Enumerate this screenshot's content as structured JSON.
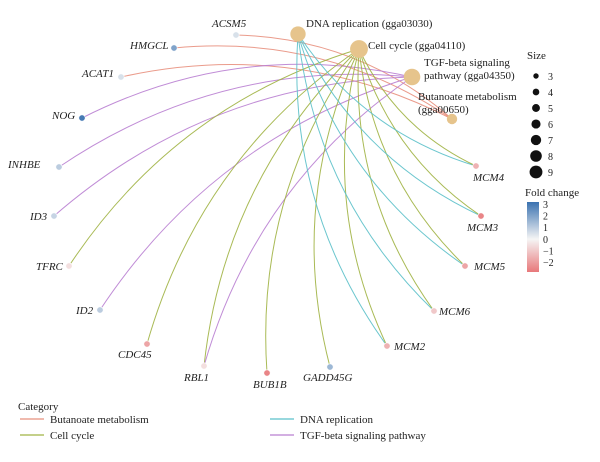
{
  "pathways": [
    {
      "id": "dna",
      "label_lines": [
        "DNA replication (gga03030)"
      ],
      "size": 7,
      "color": "#e6c48c"
    },
    {
      "id": "cc",
      "label_lines": [
        "Cell cycle (gga04110)"
      ],
      "size": 9,
      "color": "#e6c48c"
    },
    {
      "id": "tgf",
      "label_lines": [
        "TGF-beta signaling",
        "pathway (gga04350)"
      ],
      "size": 8,
      "color": "#e6c48c"
    },
    {
      "id": "but",
      "label_lines": [
        "Butanoate metabolism",
        "(gga00650)"
      ],
      "size": 3,
      "color": "#e6c48c"
    }
  ],
  "genes": [
    {
      "name": "ACSM5",
      "fold_change": 0.5,
      "pathways": [
        "but"
      ]
    },
    {
      "name": "HMGCL",
      "fold_change": 2.0,
      "pathways": [
        "but"
      ]
    },
    {
      "name": "ACAT1",
      "fold_change": 0.5,
      "pathways": [
        "but"
      ]
    },
    {
      "name": "NOG",
      "fold_change": 3.0,
      "pathways": [
        "tgf"
      ]
    },
    {
      "name": "INHBE",
      "fold_change": 1.0,
      "pathways": [
        "tgf"
      ]
    },
    {
      "name": "ID3",
      "fold_change": 0.8,
      "pathways": [
        "tgf"
      ]
    },
    {
      "name": "TFRC",
      "fold_change": -0.5,
      "pathways": [
        "cc"
      ]
    },
    {
      "name": "ID2",
      "fold_change": 1.0,
      "pathways": [
        "tgf"
      ]
    },
    {
      "name": "CDC45",
      "fold_change": -1.8,
      "pathways": [
        "cc"
      ]
    },
    {
      "name": "RBL1",
      "fold_change": -0.5,
      "pathways": [
        "cc",
        "tgf"
      ]
    },
    {
      "name": "BUB1B",
      "fold_change": -2.5,
      "pathways": [
        "cc"
      ]
    },
    {
      "name": "GADD45G",
      "fold_change": 1.5,
      "pathways": [
        "cc"
      ]
    },
    {
      "name": "MCM2",
      "fold_change": -1.5,
      "pathways": [
        "dna",
        "cc"
      ]
    },
    {
      "name": "MCM6",
      "fold_change": -1.0,
      "pathways": [
        "dna",
        "cc"
      ]
    },
    {
      "name": "MCM5",
      "fold_change": -1.8,
      "pathways": [
        "dna",
        "cc"
      ]
    },
    {
      "name": "MCM3",
      "fold_change": -2.5,
      "pathways": [
        "dna",
        "cc"
      ]
    },
    {
      "name": "MCM4",
      "fold_change": -1.5,
      "pathways": [
        "dna",
        "cc"
      ]
    }
  ],
  "category_legend": {
    "title": "Category",
    "items": [
      {
        "id": "but",
        "label": "Butanoate metabolism",
        "color": "#e8907e"
      },
      {
        "id": "cc",
        "label": "Cell cycle",
        "color": "#a0b343"
      },
      {
        "id": "dna",
        "label": "DNA replication",
        "color": "#5bc0c9"
      },
      {
        "id": "tgf",
        "label": "TGF-beta signaling pathway",
        "color": "#b97fd1"
      }
    ]
  },
  "size_legend": {
    "title": "Size",
    "values": [
      3,
      4,
      5,
      6,
      7,
      8,
      9
    ]
  },
  "fold_legend": {
    "title": "Fold change",
    "ticks": [
      "3",
      "2",
      "1",
      "0",
      "−1",
      "−2"
    ],
    "range": [
      -2.8,
      3.2
    ],
    "color_low": "#e8787a",
    "color_mid": "#f5f5f5",
    "color_high": "#3a72b0"
  }
}
